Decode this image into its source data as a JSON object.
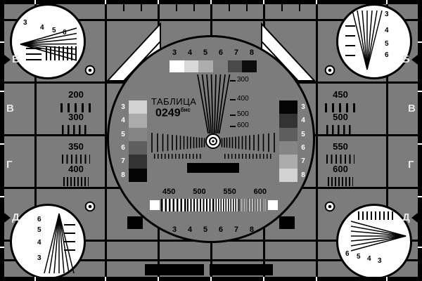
{
  "colors": {
    "background": "#7c7c7c",
    "grid_line": "#000000",
    "circle_white": "#ffffff",
    "row_label": "#e6e6e6",
    "grayscale_top_steps": [
      "#ffffff",
      "#d8d8d8",
      "#adadad",
      "#7e7e7e",
      "#4a4a4a",
      "#0d0d0d"
    ],
    "stair_left_steps": [
      "#d2d2d2",
      "#ababab",
      "#858585",
      "#5e5e5e",
      "#333333",
      "#050505"
    ],
    "stair_right_steps": [
      "#050505",
      "#333333",
      "#5e5e5e",
      "#858585",
      "#ababab",
      "#d2d2d2"
    ]
  },
  "title": {
    "word": "ТАБЛИЦА",
    "number": "0249",
    "superscript": "бнс"
  },
  "row_labels_left": [
    "Б",
    "В",
    "Г",
    "Д"
  ],
  "row_labels_right": [
    "Б",
    "В",
    "Г",
    "Д"
  ],
  "freq_left": [
    "200",
    "300",
    "350",
    "400"
  ],
  "freq_right": [
    "450",
    "500",
    "550",
    "600"
  ],
  "circle_center": {
    "top_digits": [
      "3",
      "4",
      "5",
      "6",
      "7",
      "8"
    ],
    "wedge_labels": [
      "300",
      "400",
      "500",
      "600"
    ],
    "stair_digits_left": [
      "3",
      "4",
      "5",
      "6",
      "7",
      "8"
    ],
    "stair_digits_right": [
      "3",
      "4",
      "5",
      "6",
      "7",
      "8"
    ],
    "burst_labels": [
      "450",
      "500",
      "550",
      "600"
    ],
    "bottom_digits": [
      "3",
      "4",
      "5",
      "6",
      "7",
      "8"
    ]
  },
  "corner_circles": {
    "top_left": [
      "3",
      "4",
      "5",
      "6"
    ],
    "top_right": [
      "3",
      "4",
      "5",
      "6"
    ],
    "bottom_left": [
      "6",
      "5",
      "4",
      "3"
    ],
    "bottom_right": [
      "6",
      "5",
      "4",
      "3"
    ]
  }
}
